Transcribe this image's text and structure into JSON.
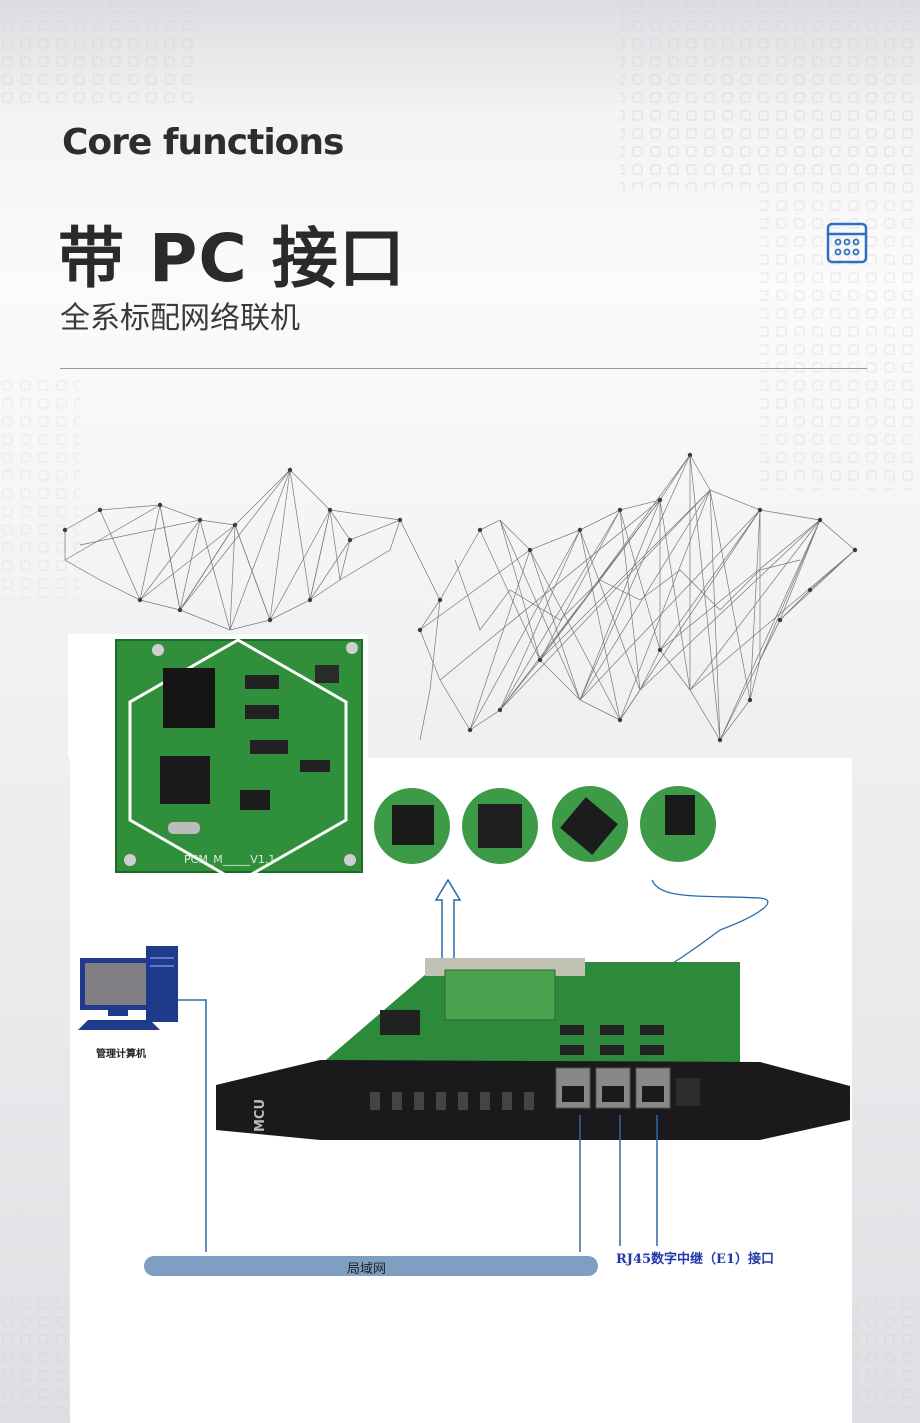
{
  "header": {
    "subtitle_en": "Core functions",
    "title": "带 PC 接口",
    "description": "全系标配网络联机"
  },
  "icons": {
    "top_right": "calculator-grid-icon"
  },
  "diagram": {
    "pc_label": "管理计算机",
    "lan_label": "局域网",
    "interface_label": "RJ45数字中继（E1）接口",
    "board_silkscreen": "PCM_M_____V1.1",
    "card_label": "MCU"
  },
  "colors": {
    "title": "#2a2a2c",
    "accent_blue": "#2e6fc4",
    "pcb_green": "#2f8f3a",
    "lan_bar": "#7f9fc2"
  }
}
